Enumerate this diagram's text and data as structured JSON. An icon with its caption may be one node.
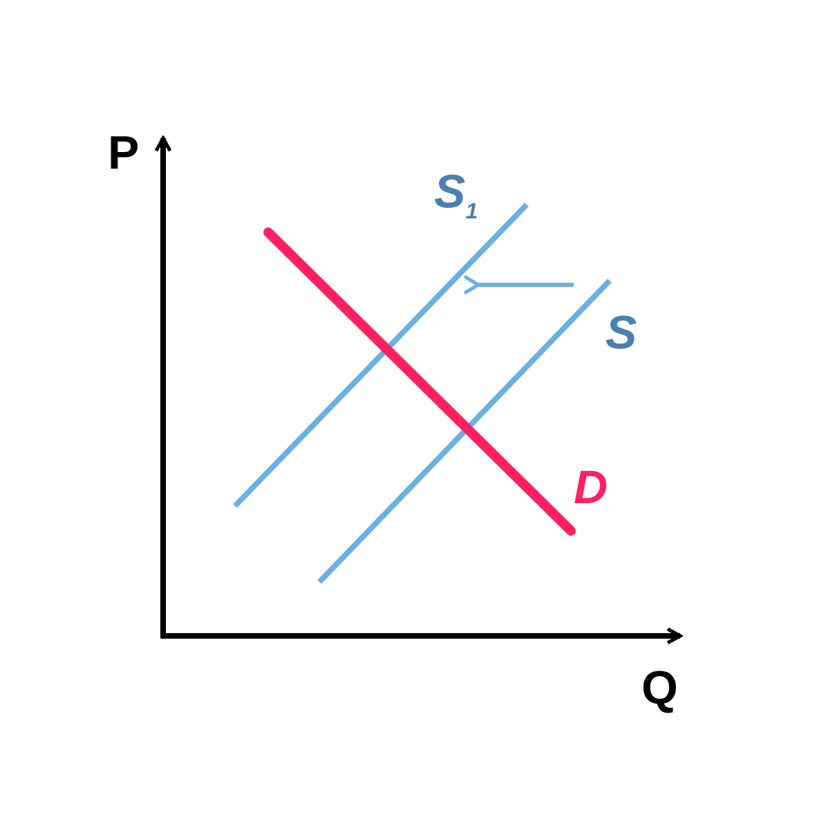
{
  "diagram": {
    "labels": [
      "P",
      "S$_{1}$",
      "S",
      "D",
      "Q"
    ]
  }
}
